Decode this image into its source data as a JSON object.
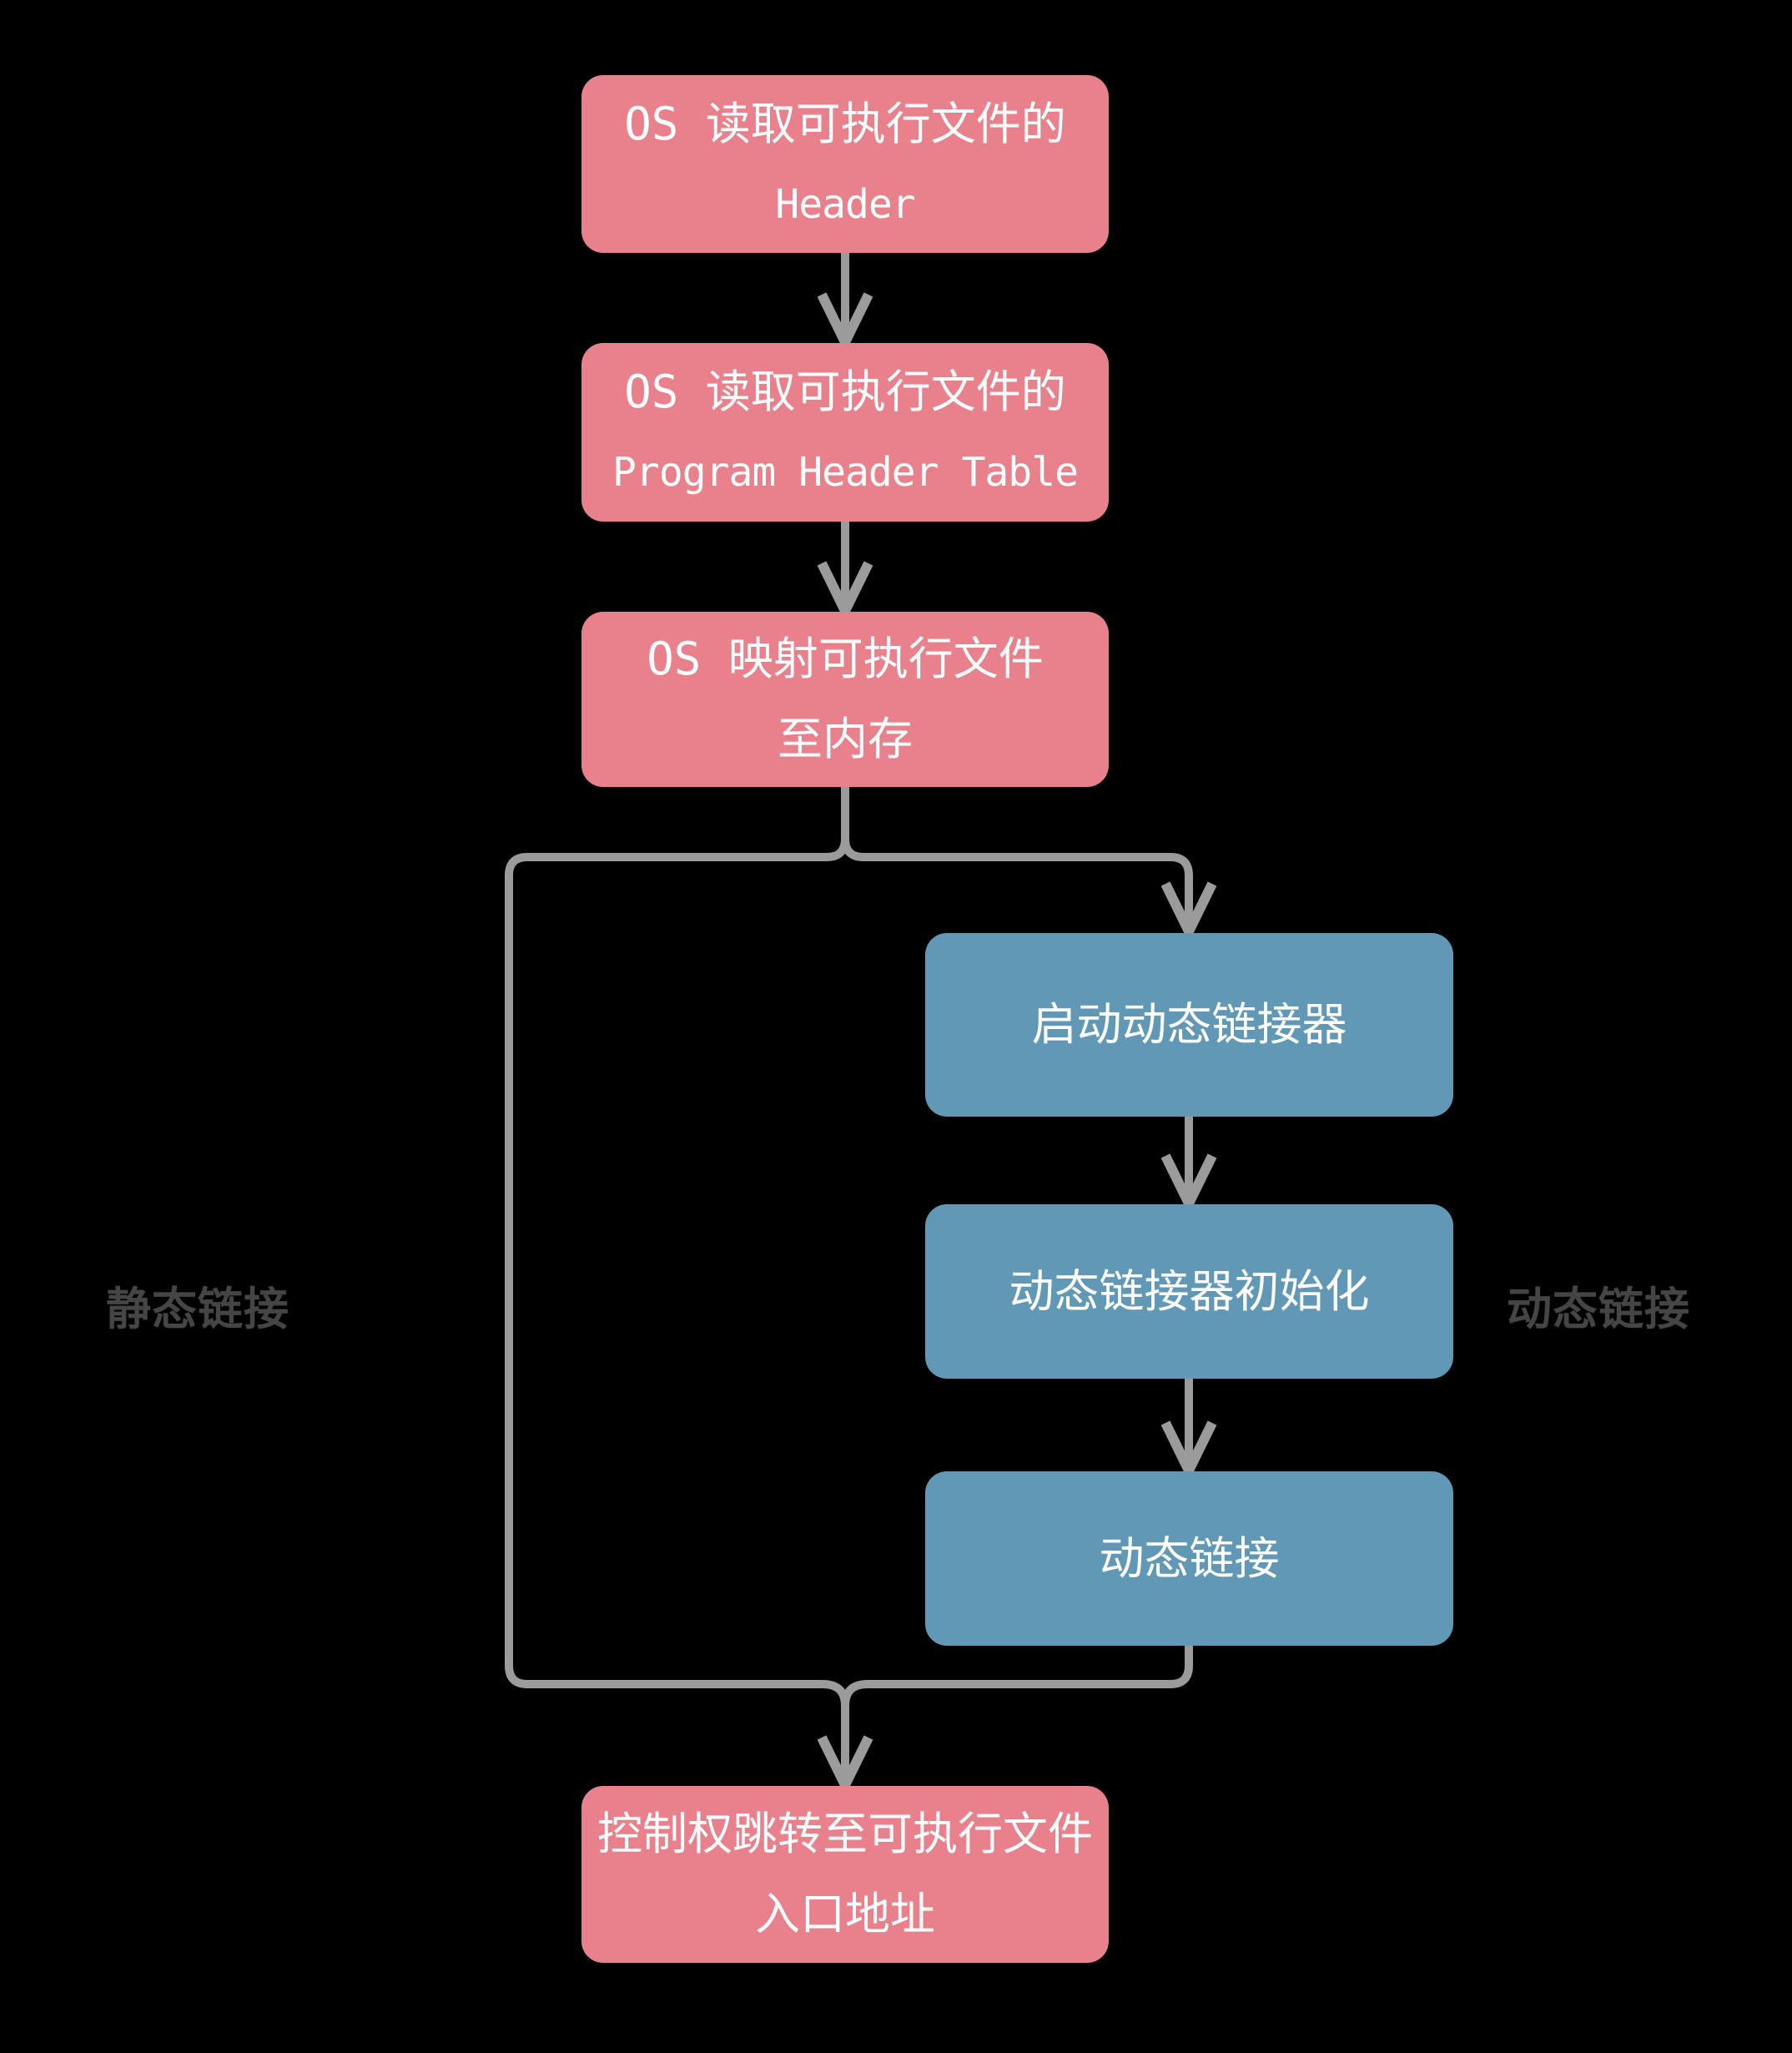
{
  "diagram": {
    "background": "#000000",
    "colors": {
      "process_box": "#e8818b",
      "dynamic_box": "#6198b5",
      "connector": "#9b9b9b",
      "box_text": "#ffffff",
      "side_label_text": "#454545"
    },
    "nodes": {
      "read_header": {
        "line1": "OS 读取可执行文件的",
        "line2": "Header"
      },
      "read_program_header_table": {
        "line1": "OS 读取可执行文件的",
        "line2": "Program Header Table"
      },
      "map_to_memory": {
        "line1": "OS 映射可执行文件",
        "line2": "至内存"
      },
      "start_dynamic_linker": {
        "label": "启动动态链接器"
      },
      "dynamic_linker_init": {
        "label": "动态链接器初始化"
      },
      "dynamic_linking": {
        "label": "动态链接"
      },
      "jump_to_entry": {
        "line1": "控制权跳转至可执行文件",
        "line2": "入口地址"
      }
    },
    "side_labels": {
      "static_link": "静态链接",
      "dynamic_link": "动态链接"
    }
  }
}
